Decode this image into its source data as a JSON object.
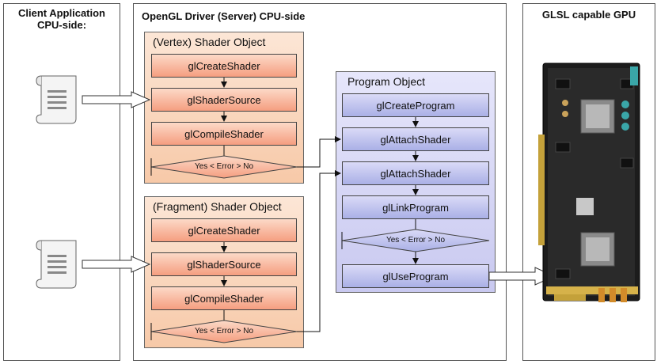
{
  "panels": {
    "client": {
      "title": "Client Application CPU-side:"
    },
    "driver": {
      "title": "OpenGL Driver (Server) CPU-side"
    },
    "gpu": {
      "title": "GLSL capable GPU"
    }
  },
  "vertex_shader": {
    "title": "(Vertex) Shader Object",
    "steps": [
      "glCreateShader",
      "glShaderSource",
      "glCompileShader"
    ],
    "decision": "Yes < Error > No"
  },
  "fragment_shader": {
    "title": "(Fragment) Shader Object",
    "steps": [
      "glCreateShader",
      "glShaderSource",
      "glCompileShader"
    ],
    "decision": "Yes < Error > No"
  },
  "program": {
    "title": "Program Object",
    "steps": [
      "glCreateProgram",
      "glAttachShader",
      "glAttachShader",
      "glLinkProgram"
    ],
    "decision": "Yes < Error > No",
    "use": "glUseProgram"
  },
  "colors": {
    "shader_group": "#f7c9a8",
    "shader_fn": "#f59e80",
    "program_group": "#c9c9f0",
    "program_fn": "#aab0e6"
  }
}
